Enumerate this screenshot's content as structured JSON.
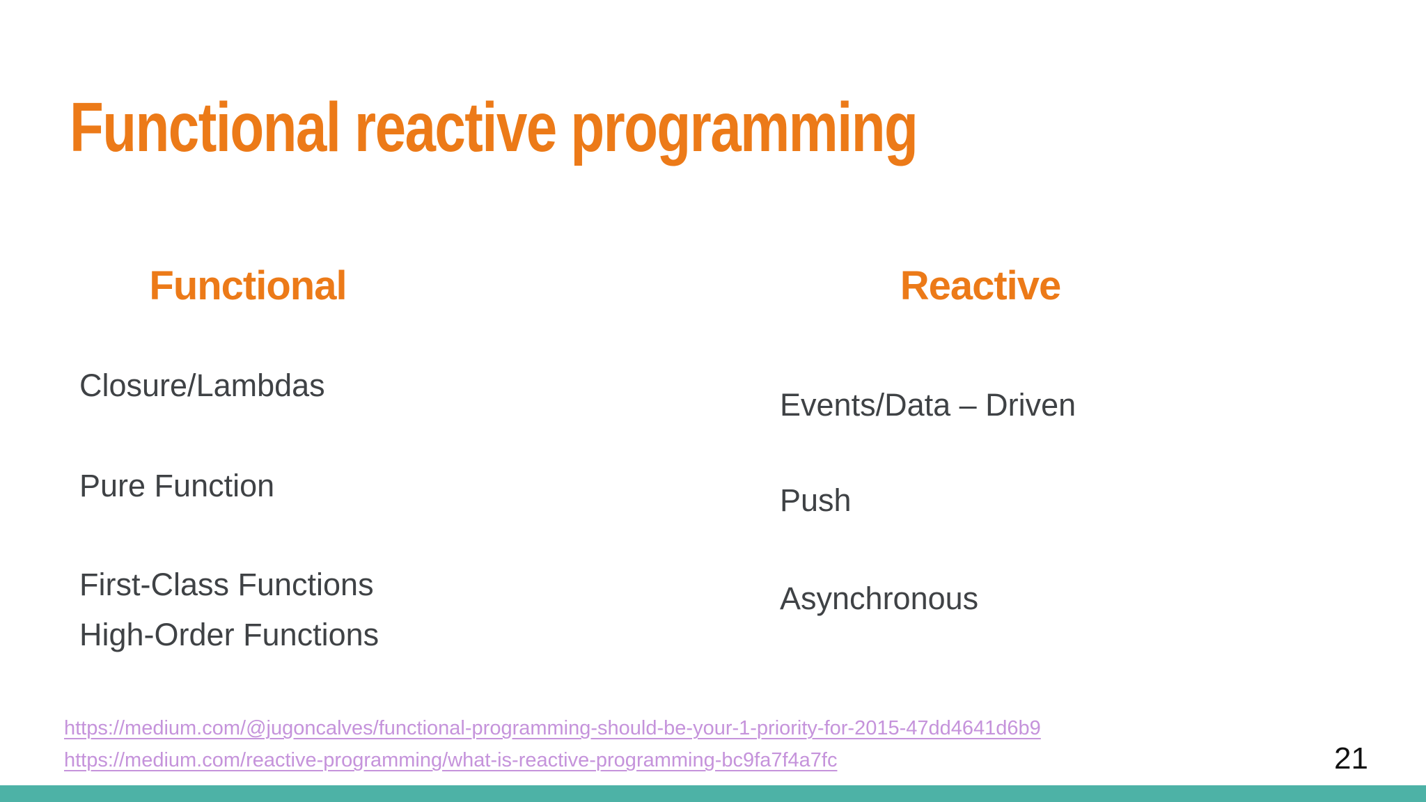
{
  "slide": {
    "title": "Functional reactive programming",
    "columns": [
      {
        "header": "Functional",
        "items": [
          "Closure/Lambdas",
          "Pure Function",
          "First-Class Functions",
          "High-Order Functions"
        ]
      },
      {
        "header": "Reactive",
        "items": [
          "Events/Data – Driven",
          "Push",
          "Asynchronous"
        ]
      }
    ],
    "links": [
      "https://medium.com/@jugoncalves/functional-programming-should-be-your-1-priority-for-2015-47dd4641d6b9",
      "https://medium.com/reactive-programming/what-is-reactive-programming-bc9fa7f4a7fc"
    ],
    "page_number": "21",
    "colors": {
      "accent_orange": "#EC7A18",
      "body_text": "#3F4245",
      "link_purple": "#C593DB",
      "footer_teal": "#4DB2A6",
      "page_number_color": "#111111",
      "background": "#FFFFFF"
    }
  }
}
